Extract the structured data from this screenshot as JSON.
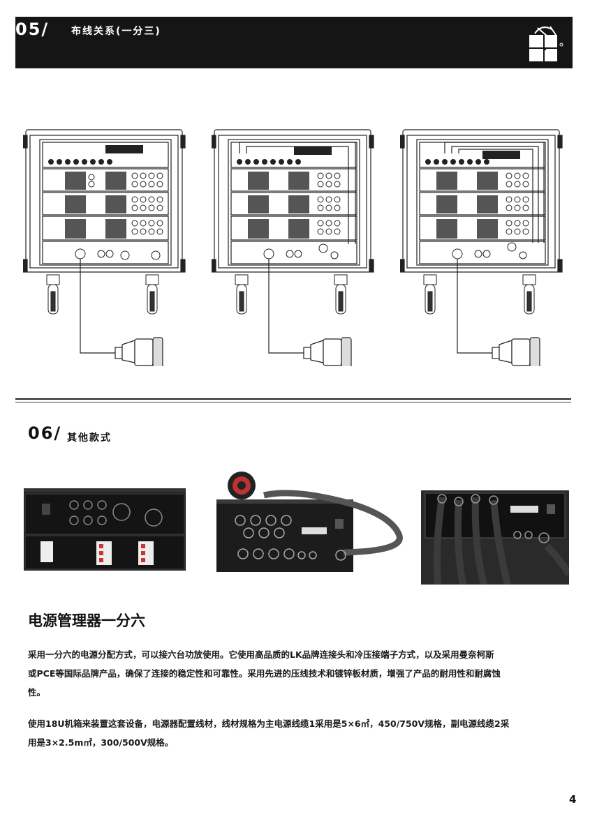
{
  "header": {
    "section_number": "05/",
    "section_title": "布线关系(一分三)"
  },
  "section2": {
    "number": "06/",
    "title": "其他款式"
  },
  "product": {
    "title": "电源管理器一分六",
    "para1_lines": [
      "采用一分六的电源分配方式，可以接六台功放使用。它使用高品质的LK品牌连接头和冷压接端子方式，以及采用曼奈柯斯",
      "或PCE等国际品牌产品，确保了连接的稳定性和可靠性。采用先进的压线技术和镀锌板材质，增强了产品的耐用性和耐腐蚀",
      "性。"
    ],
    "para2_lines": [
      "使用18U机箱来装置这套设备，电源器配置线材，线材规格为主电源线缆1采用是5×6㎡，450/750V规格，副电源线缆2采",
      "用是3×2.5m㎡，300/500V规格。"
    ]
  },
  "page_number": "4",
  "colors": {
    "header_bg": "#151515",
    "photo_bg": "#1c1c1c"
  }
}
